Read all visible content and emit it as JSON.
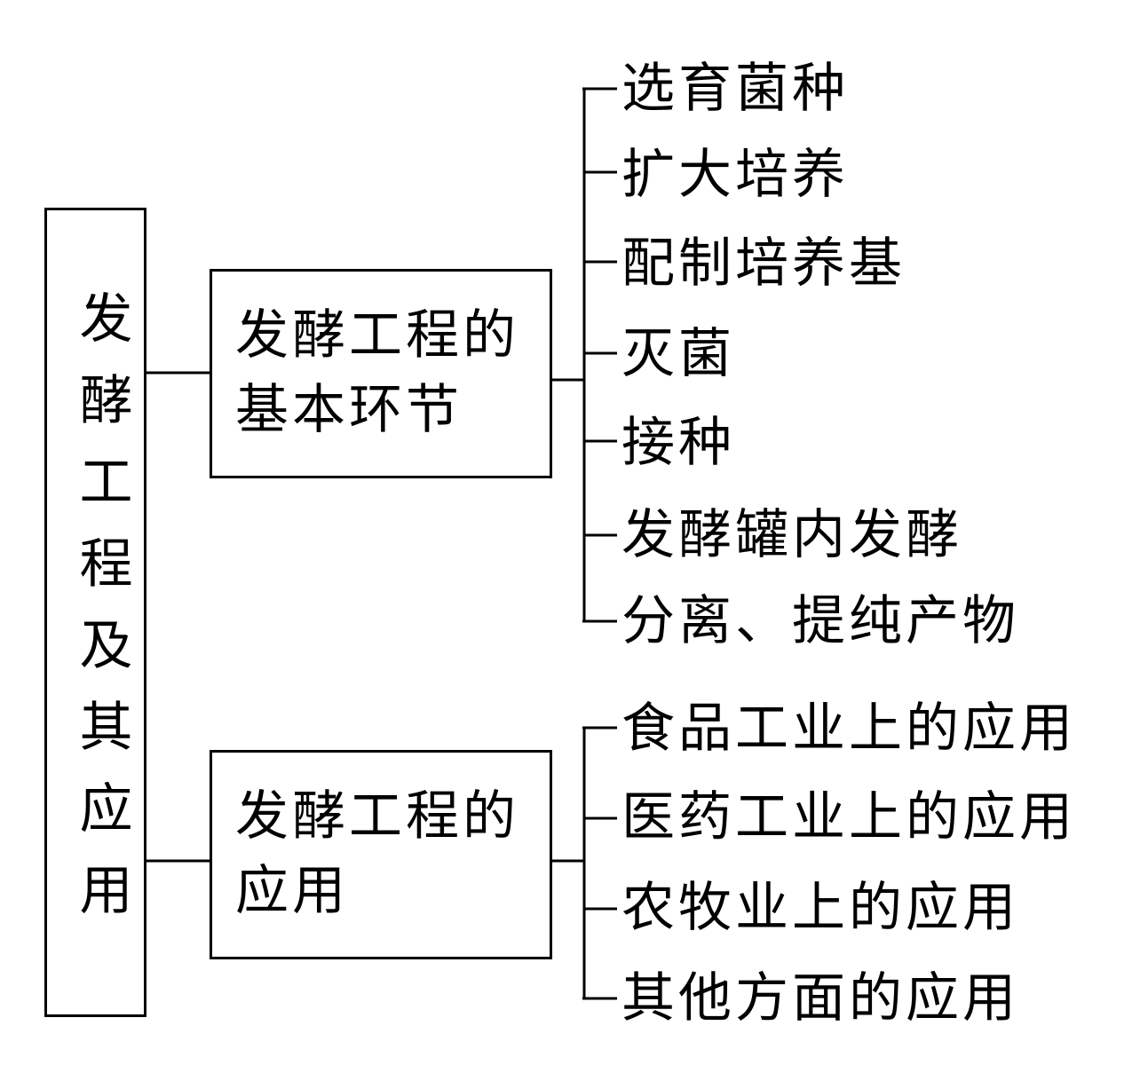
{
  "root": {
    "label": "发酵工程及其应用"
  },
  "branches": [
    {
      "label": "发酵工程的基本环节",
      "items": [
        "选育菌种",
        "扩大培养",
        "配制培养基",
        "灭菌",
        "接种",
        "发酵罐内发酵",
        "分离、提纯产物"
      ]
    },
    {
      "label": "发酵工程的应用",
      "items": [
        "食品工业上的应用",
        "医药工业上的应用",
        "农牧业上的应用",
        "其他方面的应用"
      ]
    }
  ]
}
